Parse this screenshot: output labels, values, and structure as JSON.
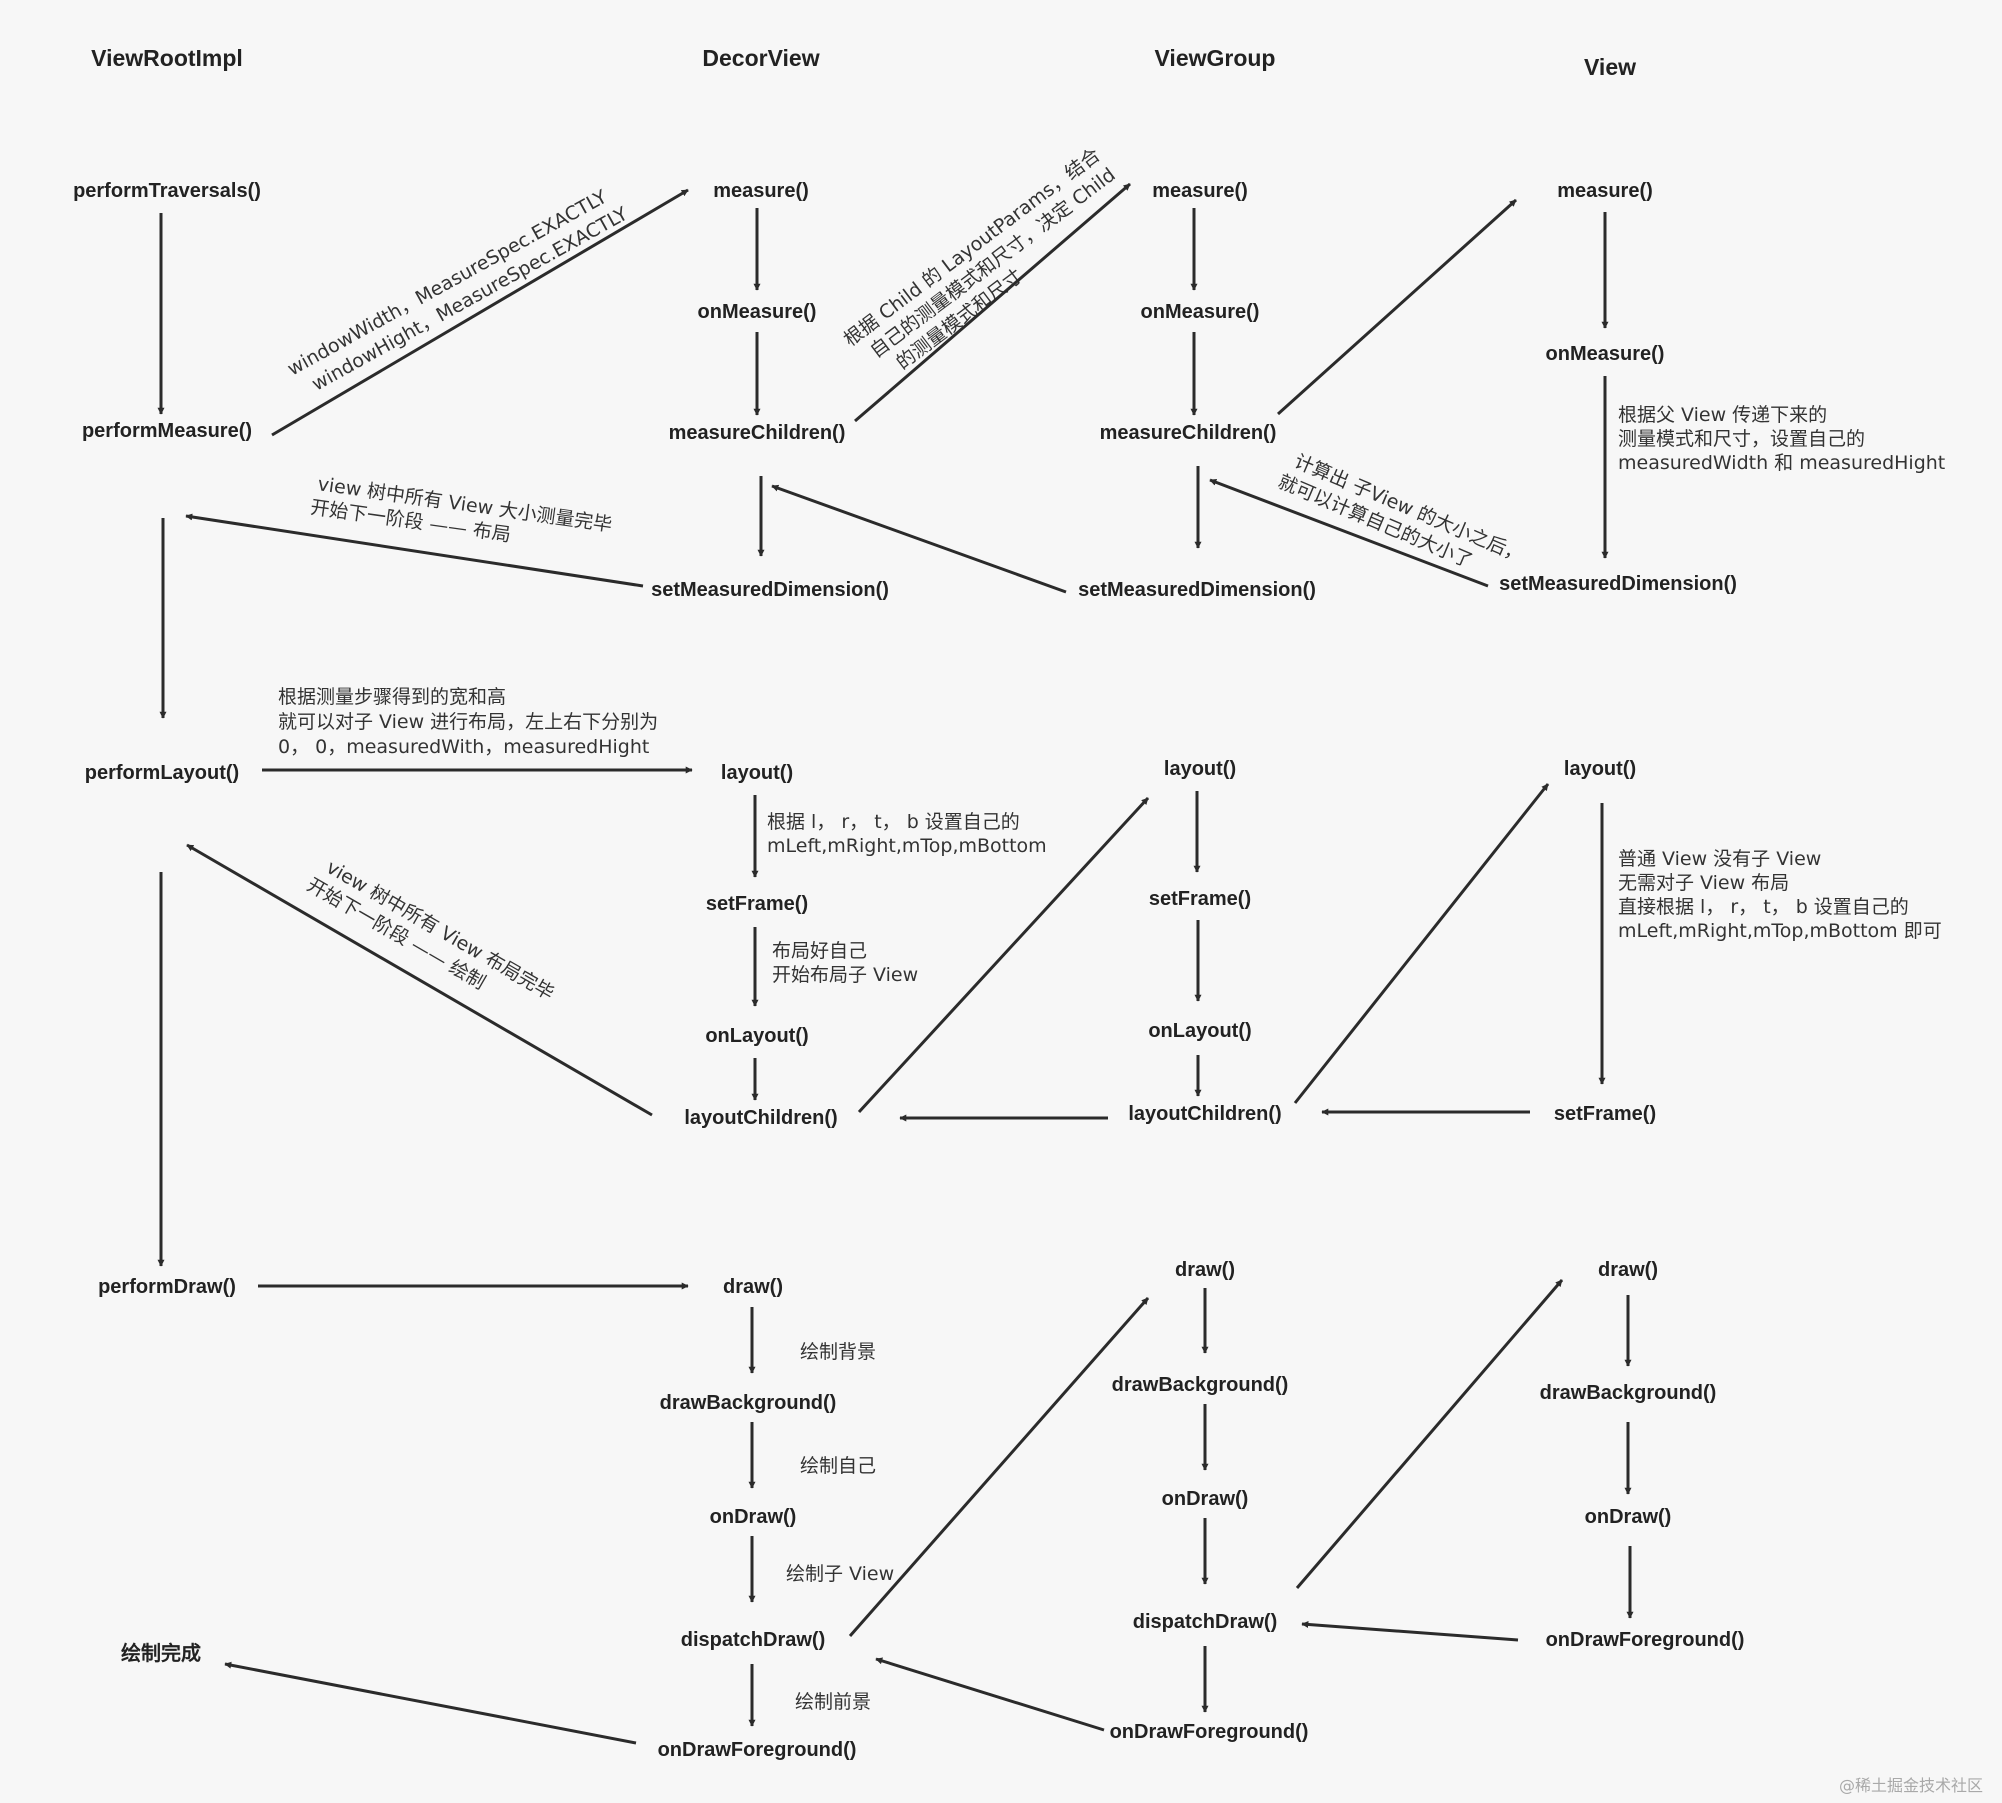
{
  "columns": {
    "viewrootimpl": "ViewRootImpl",
    "decorview": "DecorView",
    "viewgroup": "ViewGroup",
    "view": "View"
  },
  "nodes": {
    "vri_perform_traversals": "performTraversals()",
    "vri_perform_measure": "performMeasure()",
    "vri_perform_layout": "performLayout()",
    "vri_perform_draw": "performDraw()",
    "vri_draw_done": "绘制完成",
    "dv_measure": "measure()",
    "dv_on_measure": "onMeasure()",
    "dv_measure_children": "measureChildren()",
    "dv_set_measured_dimension": "setMeasuredDimension()",
    "dv_layout": "layout()",
    "dv_set_frame": "setFrame()",
    "dv_on_layout": "onLayout()",
    "dv_layout_children": "layoutChildren()",
    "dv_draw": "draw()",
    "dv_draw_background": "drawBackground()",
    "dv_on_draw": "onDraw()",
    "dv_dispatch_draw": "dispatchDraw()",
    "dv_on_draw_foreground": "onDrawForeground()",
    "vg_measure": "measure()",
    "vg_on_measure": "onMeasure()",
    "vg_measure_children": "measureChildren()",
    "vg_set_measured_dimension": "setMeasuredDimension()",
    "vg_layout": "layout()",
    "vg_set_frame": "setFrame()",
    "vg_on_layout": "onLayout()",
    "vg_layout_children": "layoutChildren()",
    "vg_draw": "draw()",
    "vg_draw_background": "drawBackground()",
    "vg_on_draw": "onDraw()",
    "vg_dispatch_draw": "dispatchDraw()",
    "vg_on_draw_foreground": "onDrawForeground()",
    "v_measure": "measure()",
    "v_on_measure": "onMeasure()",
    "v_set_measured_dimension": "setMeasuredDimension()",
    "v_layout": "layout()",
    "v_set_frame": "setFrame()",
    "v_draw": "draw()",
    "v_draw_background": "drawBackground()",
    "v_on_draw": "onDraw()",
    "v_on_draw_foreground": "onDrawForeground()"
  },
  "notes": {
    "measure_spec": [
      "windowWidth，MeasureSpec.EXACTLY",
      "windowHight，MeasureSpec.EXACTLY"
    ],
    "child_spec": [
      "根据 Child 的 LayoutParams，结合",
      "自己的测量模式和尺寸，决定 Child",
      "的测量模式和尺寸"
    ],
    "view_set_dims": [
      "根据父 View 传递下来的",
      "测量模式和尺寸，设置自己的",
      " measuredWidth 和 measuredHight"
    ],
    "measure_done": [
      "view 树中所有 View 大小测量完毕",
      "开始下一阶段 —— 布局"
    ],
    "vg_size_calc": [
      "计算出 子View 的大小之后，",
      "就可以计算自己的大小了"
    ],
    "layout_params": [
      "根据测量步骤得到的宽和高",
      "就可以对子 View 进行布局，左上右下分别为",
      "0， 0，measuredWith，measuredHight"
    ],
    "set_lrtb": [
      "根据 l， r， t， b 设置自己的",
      "mLeft,mRight,mTop,mBottom"
    ],
    "layout_self": [
      "布局好自己",
      "开始布局子 View"
    ],
    "layout_done": [
      "view 树中所有 View 布局完毕",
      "开始下一阶段 —— 绘制"
    ],
    "view_layout": [
      "普通 View 没有子 View",
      "无需对子 View 布局",
      "",
      "直接根据 l， r， t， b 设置自己的",
      "mLeft,mRight,mTop,mBottom 即可"
    ],
    "draw_background": [
      "绘制背景"
    ],
    "draw_self": [
      "绘制自己"
    ],
    "draw_children": [
      "绘制子 View"
    ],
    "draw_foreground": [
      "绘制前景"
    ]
  },
  "watermark": "@稀土掘金技术社区"
}
